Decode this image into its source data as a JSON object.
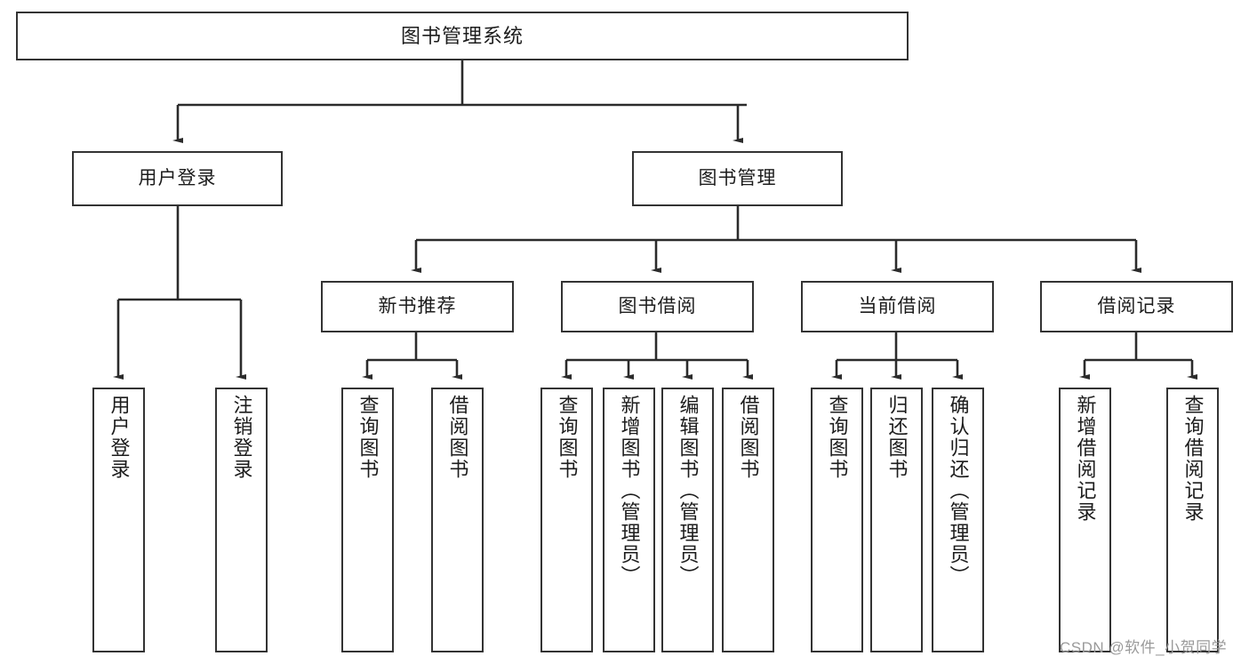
{
  "diagram": {
    "type": "tree",
    "title": "图书管理系统",
    "watermark": "CSDN @软件_小贺同学",
    "colors": {
      "box_border": "#333333",
      "box_fill": "#ffffff",
      "line": "#2b2b2b",
      "text": "#1c1c1c",
      "watermark": "#9a9a9a"
    },
    "nodes": {
      "root": {
        "label": "图书管理系统"
      },
      "level2": [
        {
          "label": "用户登录"
        },
        {
          "label": "图书管理"
        }
      ],
      "level3": [
        {
          "label": "新书推荐"
        },
        {
          "label": "图书借阅"
        },
        {
          "label": "当前借阅"
        },
        {
          "label": "借阅记录"
        }
      ],
      "leaves": {
        "user_login": [
          {
            "label": "用户登录"
          },
          {
            "label": "注销登录"
          }
        ],
        "new_book": [
          {
            "label": "查询图书"
          },
          {
            "label": "借阅图书"
          }
        ],
        "book_borrow": [
          {
            "label": "查询图书"
          },
          {
            "label": "新增图书（管理员）"
          },
          {
            "label": "编辑图书（管理员）"
          },
          {
            "label": "借阅图书"
          }
        ],
        "current_borrow": [
          {
            "label": "查询图书"
          },
          {
            "label": "归还图书"
          },
          {
            "label": "确认归还（管理员）"
          }
        ],
        "borrow_record": [
          {
            "label": "新增借阅记录"
          },
          {
            "label": "查询借阅记录"
          }
        ]
      }
    }
  }
}
